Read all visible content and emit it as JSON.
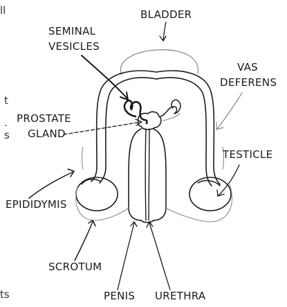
{
  "labels": {
    "bladder": "BLADDER",
    "seminal_vesicles_1": "SEMINAL",
    "seminal_vesicles_2": "VESICLES",
    "vas_deferens_1": "VAS",
    "vas_deferens_2": "DEFERENS",
    "prostate_gland_1": "PROSTATE",
    "prostate_gland_2": "GLAND",
    "testicle": "TESTICLE",
    "epididymis": "EPIDIDYMIS",
    "scrotum": "SCROTUM",
    "penis": "PENIS",
    "urethra": "URETHRA"
  },
  "edge_text": {
    "top_left": "ll",
    "mid_1": "t",
    "mid_2": ".",
    "mid_3": "s",
    "bottom": "ts"
  },
  "colors": {
    "ink": "#1a1a1a",
    "faint": "#8a8a8a",
    "background": "#ffffff"
  }
}
